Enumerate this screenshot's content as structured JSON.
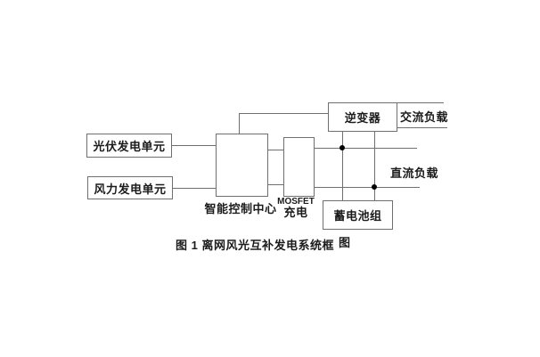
{
  "colors": {
    "background": "#ffffff",
    "line": "#6f6f6f",
    "text": "#1b1b1b",
    "junction_dot": "#000000"
  },
  "blocks": {
    "pv": {
      "label": "光伏发电单元"
    },
    "wind": {
      "label": "风力发电单元"
    },
    "inverter": {
      "label": "逆变器"
    },
    "battery": {
      "label": "蓄电池组"
    }
  },
  "labels": {
    "controller": "智能控制中心",
    "mosfet_line1": "MOSFET",
    "mosfet_line2": "充电",
    "ac_load": "交流负载",
    "dc_load": "直流负载"
  },
  "caption": {
    "text": "图 1 离网风光互补发电系统框",
    "tail": "图"
  }
}
